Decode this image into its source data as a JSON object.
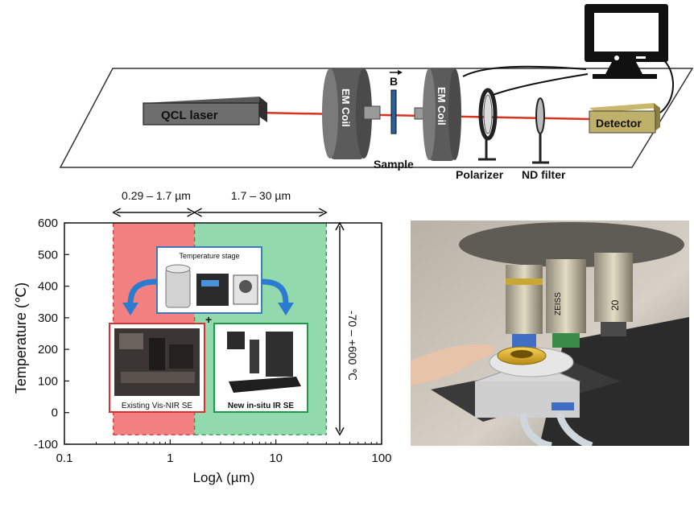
{
  "setup": {
    "laser_label": "QCL laser",
    "coil_left_label": "EM Coil",
    "coil_right_label": "EM Coil",
    "field_label": "B",
    "sample_label": "Sample",
    "polarizer_label": "Polarizer",
    "nd_filter_label": "ND filter",
    "detector_label": "Detector"
  },
  "chart": {
    "ylabel": "Temperature (℃)",
    "xlabel": "Logλ (µm)",
    "range_vis_label": "0.29 – 1.7 µm",
    "range_ir_label": "1.7 – 30 µm",
    "temp_range_label": "-70 – +600 ℃",
    "colors": {
      "vis": "#f26b6b",
      "ir": "#7fd3a0"
    }
  },
  "chart_data": {
    "type": "area",
    "xscale": "log",
    "xlim": [
      0.1,
      100
    ],
    "ylim": [
      -100,
      600
    ],
    "xticks": [
      "0.1",
      "1",
      "10",
      "100"
    ],
    "yticks": [
      "-100",
      "0",
      "100",
      "200",
      "300",
      "400",
      "500",
      "600"
    ],
    "regions": [
      {
        "x": [
          0.29,
          1.7
        ],
        "y": [
          -70,
          600
        ]
      },
      {
        "x": [
          1.7,
          30
        ],
        "y": [
          -70,
          600
        ]
      }
    ]
  },
  "insets": {
    "stage_label": "Temperature stage",
    "existing_label": "Existing Vis-NIR SE",
    "new_label": "New in-situ IR SE",
    "plus": "+"
  },
  "photo": {
    "brand_label": "ZEISS",
    "objective_mark": "20"
  }
}
